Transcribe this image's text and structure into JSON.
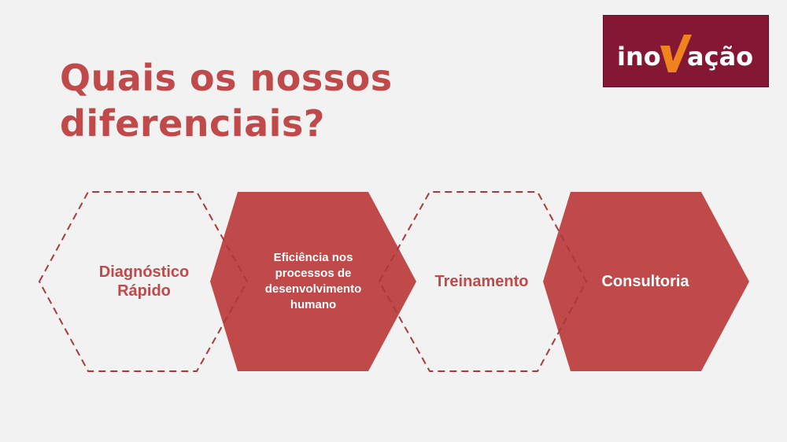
{
  "slide": {
    "title_line1": "Quais os nossos",
    "title_line2": "diferenciais?"
  },
  "logo": {
    "text_before": "ino",
    "text_after": "ação",
    "full_text": "inovação",
    "colors": {
      "background": "#841733",
      "text": "#ffffff",
      "mark": "#f0831e"
    }
  },
  "differentials": [
    {
      "label": "Diagnóstico Rápido",
      "style": "outline"
    },
    {
      "label": "Eficiência nos processos de desenvolvimento humano",
      "style": "filled"
    },
    {
      "label": "Treinamento",
      "style": "outline"
    },
    {
      "label": "Consultoria",
      "style": "filled"
    }
  ],
  "colors": {
    "accent": "#c0494a",
    "outline_stroke": "#a83a3a",
    "background": "#f2f2f2"
  }
}
